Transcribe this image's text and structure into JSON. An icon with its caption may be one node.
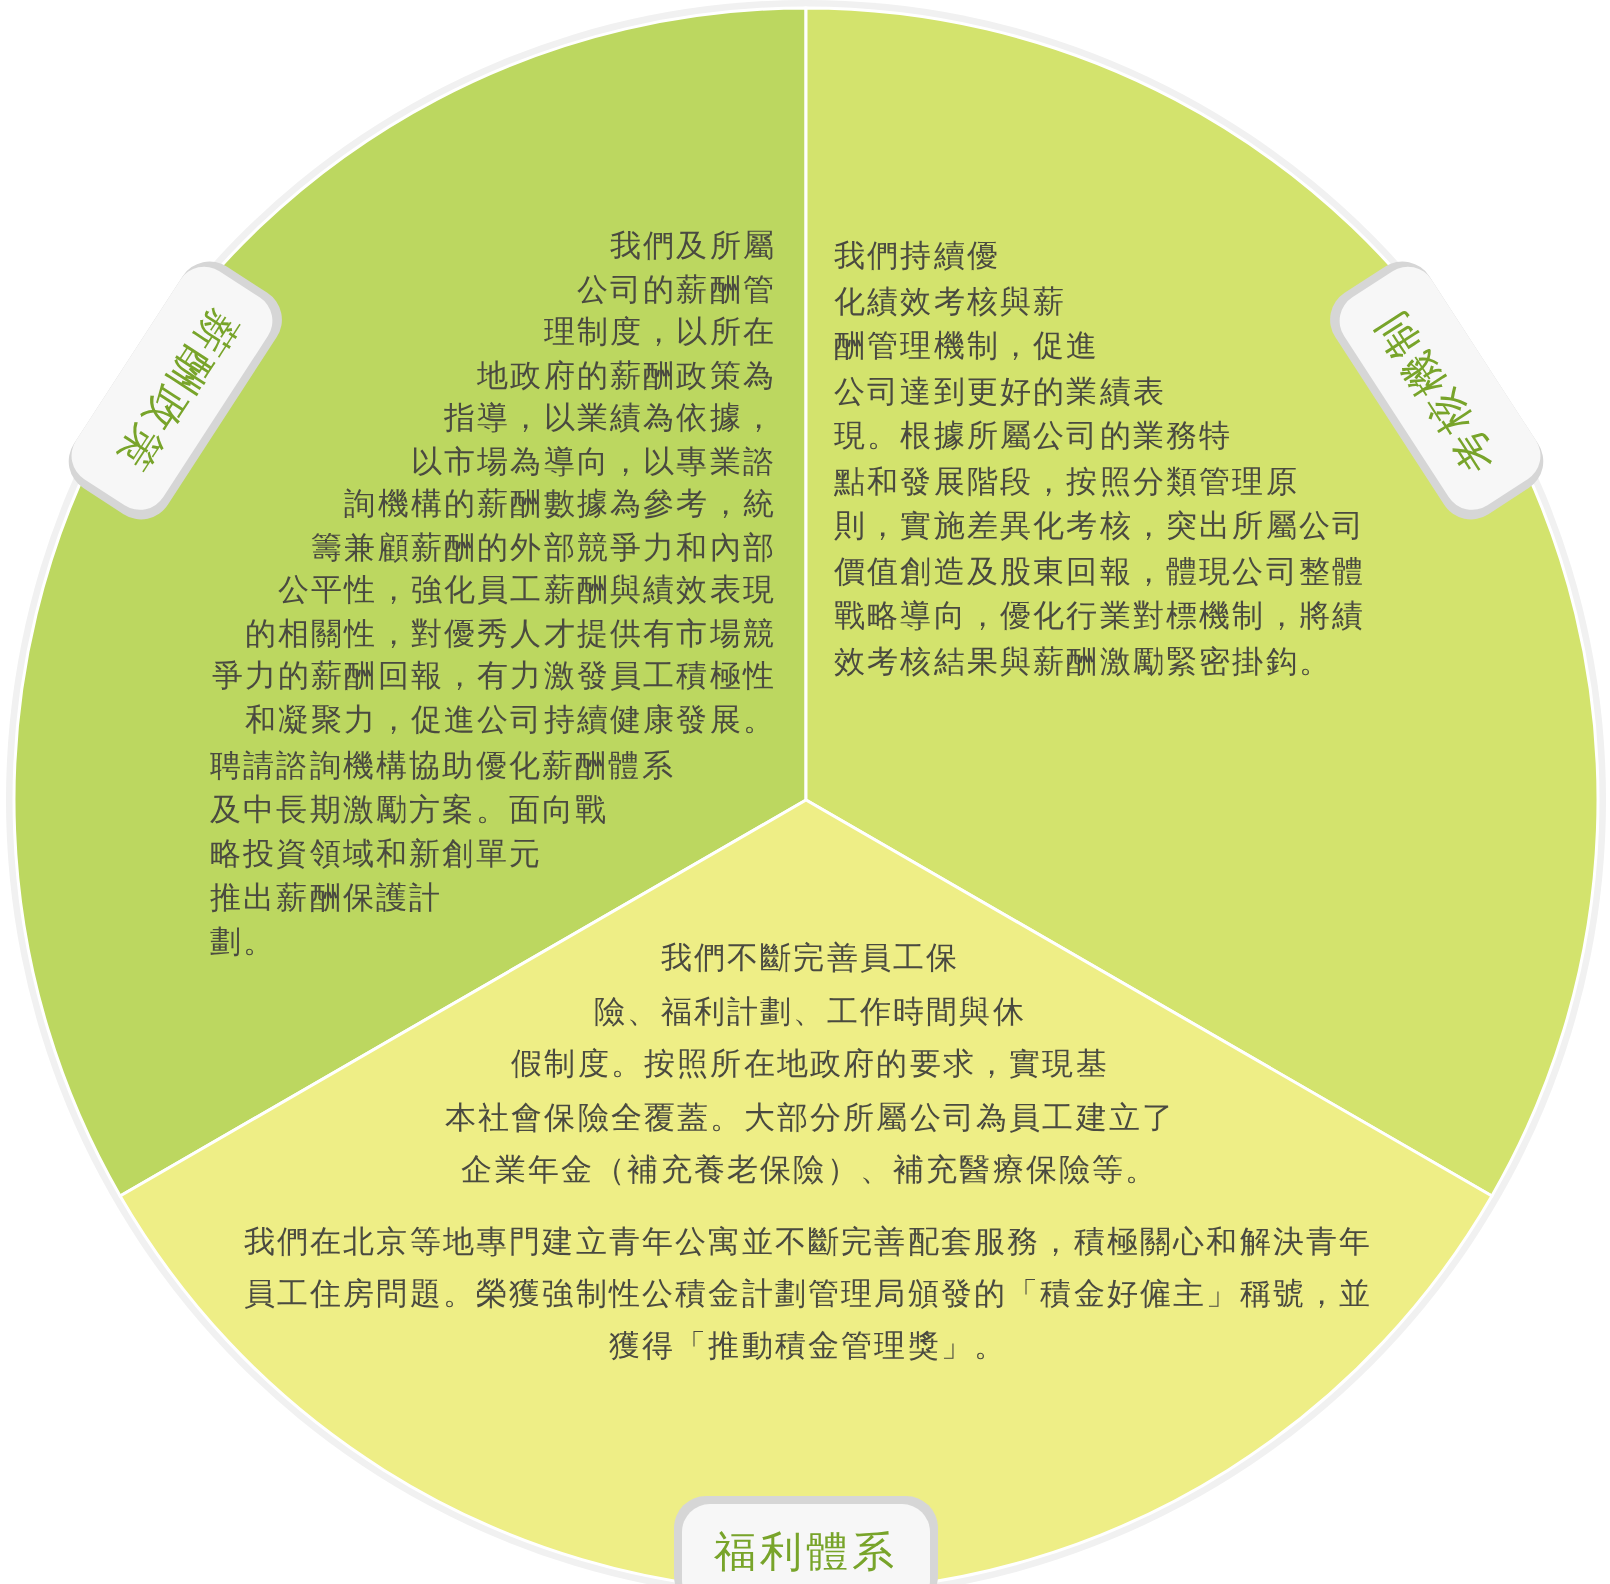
{
  "diagram": {
    "nodes": [
      {
        "text": [
          "薪酬政策",
          "我們及所屬公司的薪酬管理制度，以所在地政府的薪酬政策為指導，以業績為依據，以市場為導向，以專業諮詢機構的薪酬數據為參考，統籌兼顧薪酬的外部競爭力和內部公平性，強化員工薪酬與績效表現的相關性，對優秀人才提供有市場競爭力的薪酬回報，有力激發員工積極性和凝聚力，促進公司持續健康發展。",
          "聘請諮詢機構協助優化薪酬體系及中長期激勵方案。面向戰略投資領域和新創單元推出薪酬保護計劃。"
        ]
      },
      {
        "text": [
          "考核機制",
          "我們持續優化績效考核與薪酬管理機制，促進公司達到更好的業績表現。根據所屬公司的業務特點和發展階段，按照分類管理原則，實施差異化考核，突出所屬公司價值創造及股東回報，體現公司整體戰略導向，優化行業對標機制，將績效考核結果與薪酬激勵緊密掛鈎。"
        ]
      },
      {
        "text": [
          "我們不斷完善員工保險、福利計劃、工作時間與休假制度。按照所在地政府的要求，實現基本社會保險全覆蓋。大部分所屬公司為員工建立了企業年金（補充養老保險）、補充醫療保險等。",
          "我們在北京等地專門建立青年公寓並不斷完善配套服務，積極關心和解決青年員工住房問題。榮獲強制性公積金計劃管理局頒發的「積金好僱主」稱號，並獲得「推動積金管理獎」。",
          "福利體系"
        ]
      }
    ]
  }
}
